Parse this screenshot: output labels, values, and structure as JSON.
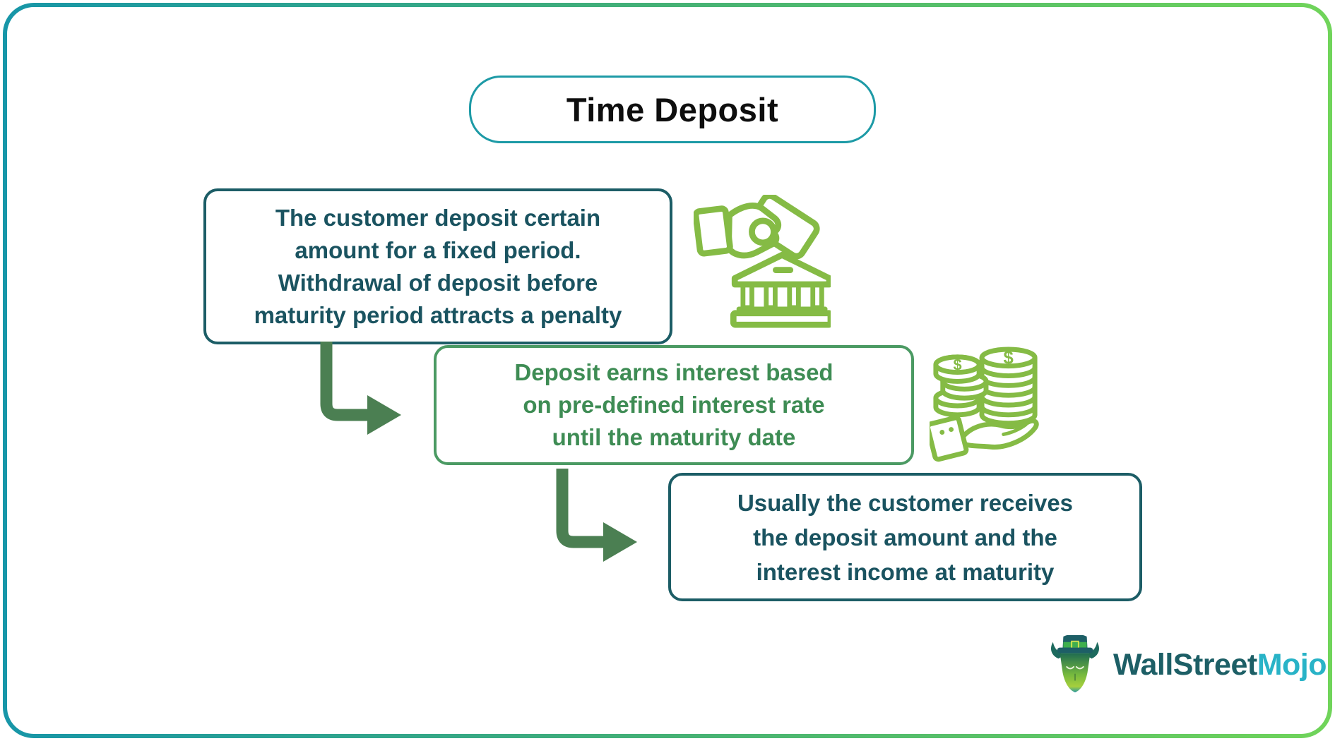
{
  "title": "Time Deposit",
  "steps": [
    {
      "name": "customer-deposits-fixed-period",
      "lines": [
        "The customer deposit certain",
        "amount for a fixed period.",
        "Withdrawal of deposit before",
        "maturity period attracts a penalty"
      ],
      "icon": "hand-depositing-money-into-bank-icon"
    },
    {
      "name": "deposit-earns-interest",
      "lines": [
        "Deposit earns interest based",
        "on pre-defined interest rate",
        "until the maturity date"
      ],
      "icon": "coin-stacks-over-open-hand-icon"
    },
    {
      "name": "customer-receives-at-maturity",
      "lines": [
        "Usually the customer receives",
        "the deposit amount and the",
        "interest income at maturity"
      ]
    }
  ],
  "currency_symbol": "$",
  "branding": {
    "name_primary": "WallStreet",
    "name_secondary": "Mojo",
    "logo_icon": "bull-with-top-hat-icon"
  },
  "colors": {
    "frame_gradient_start": "#1796a8",
    "frame_gradient_mid": "#45b175",
    "frame_gradient_end": "#70d45a",
    "title_pill_border": "#1d9aa6",
    "title_text": "#0e0e0e",
    "dark_teal_box_border": "#1c5d66",
    "dark_teal_text": "#1a5360",
    "green_box_border": "#4b9a63",
    "green_text": "#3e8c54",
    "arrow_green": "#4b7f52",
    "icon_outline_green": "#85bb45",
    "logo_teal": "#1d5f66",
    "logo_cyan": "#29b3c7"
  }
}
